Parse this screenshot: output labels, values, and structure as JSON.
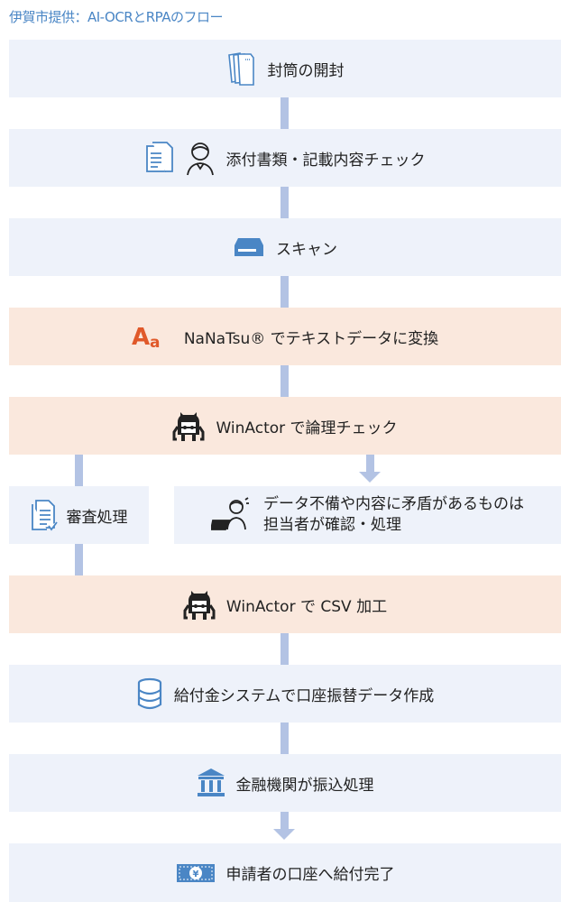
{
  "title": "伊賀市提供：AI-OCRとRPAのフロー",
  "steps": {
    "open": "封筒の開封",
    "check": "添付書類・記載内容チェック",
    "scan": "スキャン",
    "ocr": "NaNaTsu® でテキストデータに変換",
    "logic": "WinActor で論理チェック",
    "review": "審査処理",
    "manual_line1": "データ不備や内容に矛盾があるものは",
    "manual_line2": "担当者が確認・処理",
    "csv": "WinActor で CSV 加工",
    "system": "給付金システムで口座振替データ作成",
    "bank": "金融機関が振込処理",
    "done": "申請者の口座へ給付完了"
  },
  "colors": {
    "accent": "#4a86c5",
    "ocr": "#e0592a",
    "box_blue": "#eef2fa",
    "box_peach": "#fae8dd",
    "connector": "#b3c3e4"
  }
}
